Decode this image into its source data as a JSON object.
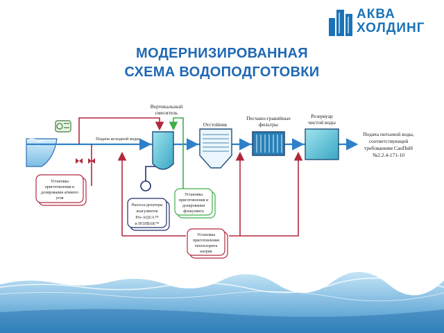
{
  "logo": {
    "line1": "АКВА",
    "line2": "ХОЛДИНГ",
    "icon": "building-logo-icon",
    "color": "#1a73b8"
  },
  "title": {
    "line1": "МОДЕРНИЗИРОВАННАЯ",
    "line2": "СХЕМА ВОДОПОДГОТОВКИ",
    "color": "#1f68b4"
  },
  "diagram": {
    "colors": {
      "main_line": "#2f80c8",
      "red_line": "#b0283c",
      "green_line": "#3fae49",
      "navy_line": "#1f2f6b"
    },
    "flow_labels": {
      "intake": "Подача исходной воды",
      "output": [
        "Подача питьевой воды,",
        "соответствующей",
        "требованиям СанПиН",
        "№2.2.4-171-10"
      ]
    },
    "units": {
      "mixer": [
        "Вертикальный",
        "смеситель"
      ],
      "settler": "Отстойник",
      "filters": [
        "Песчано-гравийные",
        "фильтры"
      ],
      "reservoir": [
        "Резервуар",
        "чистой воды"
      ]
    },
    "boxes": {
      "carbon": [
        "Установка",
        "приготовления и",
        "дозирования атимого",
        "угля"
      ],
      "pumps": [
        "Насосы-дозаторы",
        "коагулянтов",
        "Pro-AQUA™",
        "и ПОЛВАК™"
      ],
      "flocculant": [
        "Установка",
        "приготовления и",
        "дозирования",
        "флокулянта"
      ],
      "hypochlorite": [
        "Установка",
        "приготовления",
        "гипохлорита",
        "натрия"
      ]
    }
  }
}
